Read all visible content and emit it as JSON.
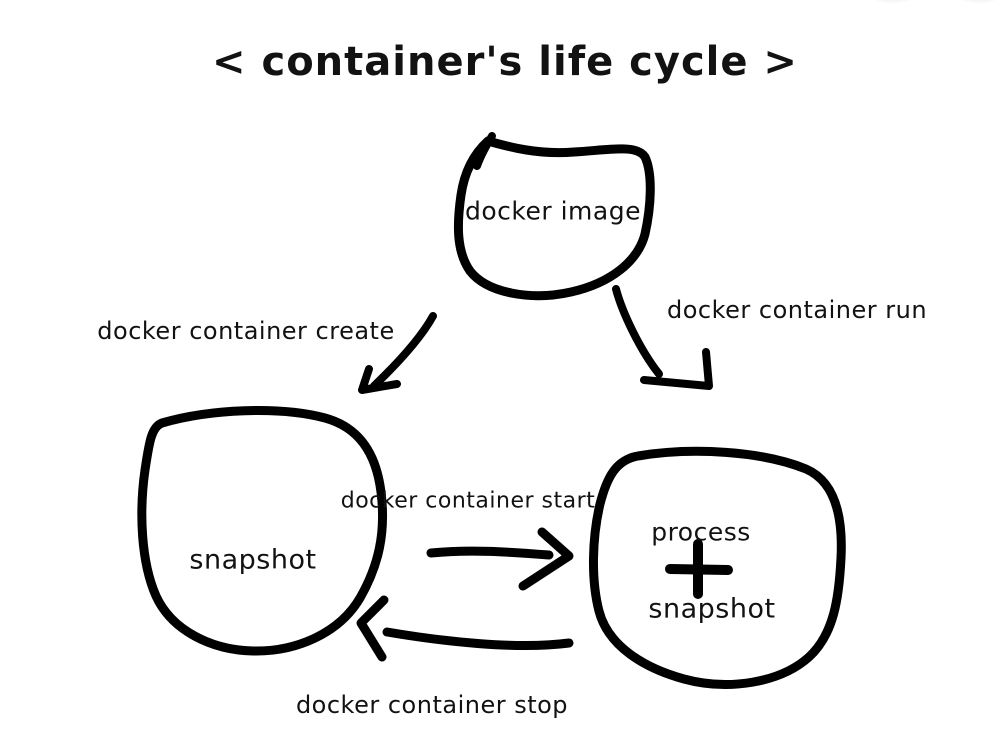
{
  "title": "< container's life cycle >",
  "colors": {
    "ink": "#000000",
    "background": "#ffffff"
  },
  "diagram": {
    "nodes": {
      "docker_image": {
        "label": "docker image"
      },
      "snapshot": {
        "label": "snapshot"
      },
      "process_snapshot": {
        "line1": "process",
        "plus": "+",
        "line2": "snapshot"
      }
    },
    "edges": {
      "create": {
        "label": "docker container create"
      },
      "run": {
        "label": "docker container run"
      },
      "start": {
        "label": "docker container start"
      },
      "stop": {
        "label": "docker container stop"
      }
    }
  }
}
